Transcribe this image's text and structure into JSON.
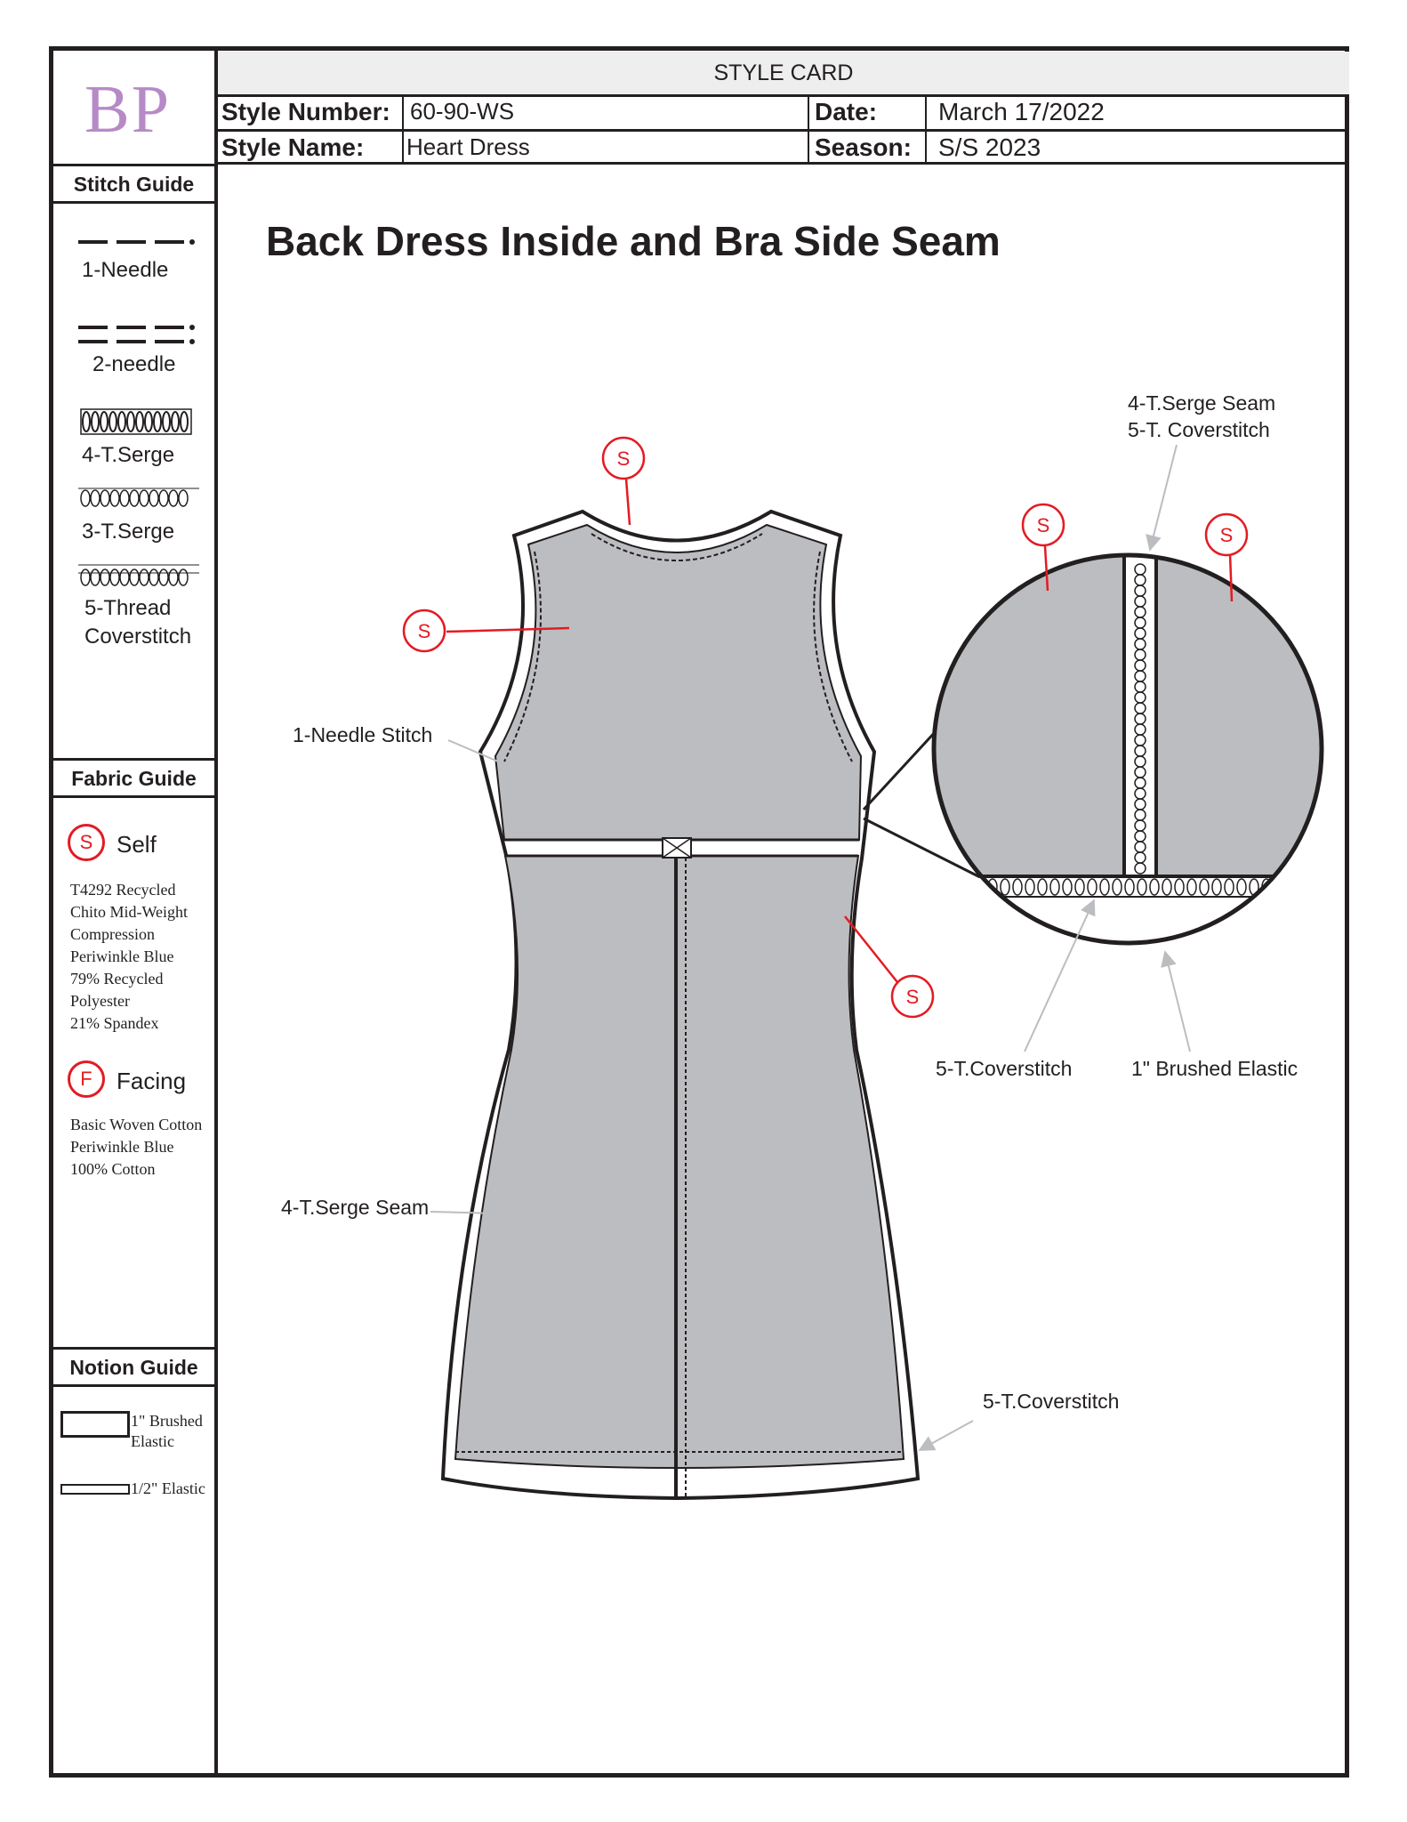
{
  "logo": "BP",
  "header": {
    "title": "STYLE CARD",
    "style_number_label": "Style Number:",
    "style_number": "60-90-WS",
    "style_name_label": "Style Name:",
    "style_name": "Heart Dress",
    "date_label": "Date:",
    "date": "March 17/2022",
    "season_label": "Season:",
    "season": "S/S 2023"
  },
  "stitch_guide": {
    "title": "Stitch Guide",
    "items": [
      "1-Needle",
      "2-needle",
      "4-T.Serge",
      "3-T.Serge",
      "5-Thread\nCoverstitch"
    ]
  },
  "fabric_guide": {
    "title": "Fabric Guide",
    "self_letter": "S",
    "self_label": "Self",
    "self_desc": "T4292 Recycled\nChito Mid-Weight\nCompression\nPeriwinkle Blue\n79% Recycled\nPolyester\n21% Spandex",
    "facing_letter": "F",
    "facing_label": "Facing",
    "facing_desc": "Basic Woven Cotton\nPeriwinkle Blue\n100% Cotton"
  },
  "notion_guide": {
    "title": "Notion Guide",
    "items": [
      "1\" Brushed\nElastic",
      "1/2\" Elastic"
    ]
  },
  "main": {
    "title": "Back Dress Inside and Bra Side Seam",
    "callouts": {
      "one_needle": "1-Needle Stitch",
      "serge_seam": "4-T.Serge Seam",
      "detail_top_1": "4-T.Serge Seam",
      "detail_top_2": "5-T. Coverstitch",
      "detail_cover": "5-T.Coverstitch",
      "detail_elastic": "1\" Brushed Elastic",
      "hem_cover": "5-T.Coverstitch"
    },
    "fabric_marker": "S"
  },
  "colors": {
    "fabric_fill": "#bcbdc0",
    "marker_red": "#e31b23",
    "logo_purple": "#b68ac6",
    "outline": "#231f20"
  }
}
